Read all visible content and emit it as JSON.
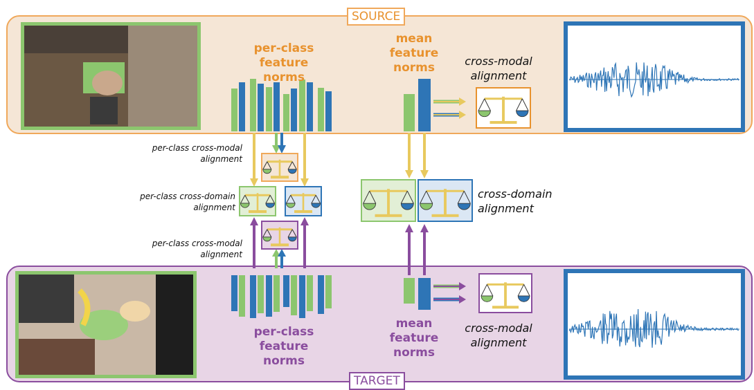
{
  "regions": {
    "source": {
      "tag": "SOURCE"
    },
    "target": {
      "tag": "TARGET"
    }
  },
  "source": {
    "per_class_label": "per-class feature norms",
    "mean_label": "mean feature norms",
    "cross_modal_label": "cross-modal alignment"
  },
  "target": {
    "per_class_label": "per-class feature norms",
    "mean_label": "mean feature norms",
    "cross_modal_label": "cross-modal alignment"
  },
  "middle": {
    "per_class_cm_top": "per-class cross-modal alignment",
    "per_class_cd": "per-class cross-domain alignment",
    "per_class_cm_bottom": "per-class cross-modal alignment",
    "cross_domain_label": "cross-domain alignment"
  },
  "colors": {
    "source_fill": "#f5e6d6",
    "source_border": "#f0a85a",
    "target_fill": "#e8d5e6",
    "target_border": "#8a4d9e",
    "green": "#8cc66e",
    "blue": "#2e75b6",
    "gold": "#e8c95e",
    "orange_text": "#e8922e",
    "purple_text": "#8a4d9e"
  },
  "icons": [
    "balance-scale-icon",
    "video-frame-image",
    "audio-waveform"
  ]
}
